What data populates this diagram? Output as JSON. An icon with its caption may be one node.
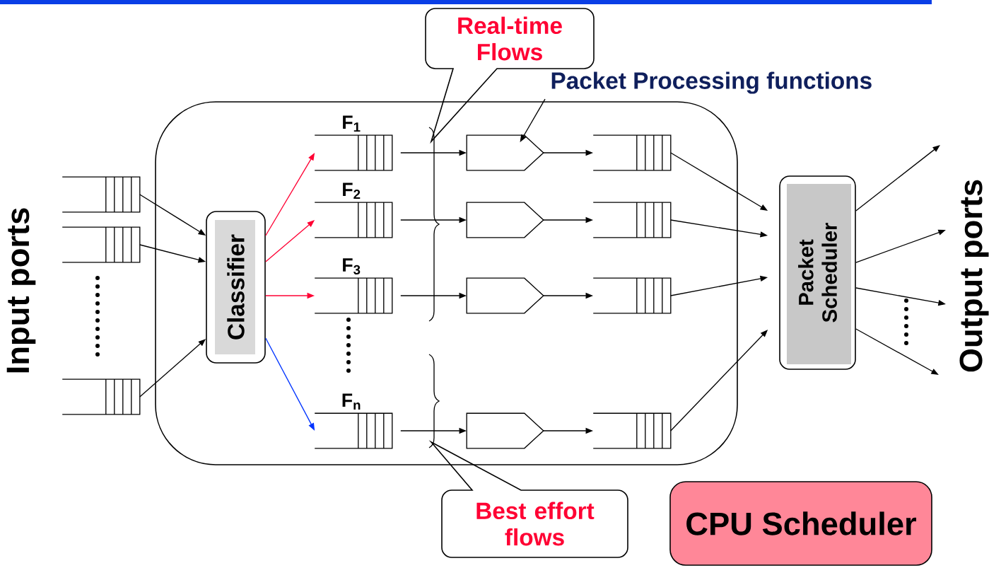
{
  "diagram": {
    "nodes": [
      {
        "text": [],
        "shape": "box"
      },
      {
        "text": [],
        "shape": "queue"
      },
      {
        "text": [],
        "shape": "queue"
      },
      {
        "text": [],
        "shape": "queue"
      },
      {
        "text": [
          "Classifier"
        ],
        "in": 0
      },
      {
        "text": [
          "F$_{1}$"
        ],
        "in": 0
      },
      {
        "text": [
          "F$_{2}$"
        ],
        "in": 0
      },
      {
        "text": [
          "F$_{3}$"
        ],
        "in": 0
      },
      {
        "text": [
          "F$_{n}$"
        ],
        "in": 0
      },
      {
        "text": [],
        "shape": "pentagon",
        "in": 0
      },
      {
        "text": [],
        "shape": "pentagon",
        "in": 0
      },
      {
        "text": [],
        "shape": "pentagon",
        "in": 0
      },
      {
        "text": [],
        "shape": "pentagon",
        "in": 0
      },
      {
        "text": [],
        "shape": "queue",
        "in": 0
      },
      {
        "text": [],
        "shape": "queue",
        "in": 0
      },
      {
        "text": [],
        "shape": "queue",
        "in": 0
      },
      {
        "text": [],
        "shape": "queue",
        "in": 0
      },
      {
        "text": [
          "Packet Scheduler"
        ]
      },
      {
        "text": [
          "Real-time Flows"
        ]
      },
      {
        "text": [
          "Packet Processing functions"
        ]
      },
      {
        "text": [
          "Best effort flows"
        ]
      },
      {
        "text": [
          "CPU Scheduler"
        ]
      }
    ],
    "edges": [
      {
        "from": 1,
        "to": 4,
        "arrow": "to"
      },
      {
        "from": 2,
        "to": 4,
        "arrow": "to"
      },
      {
        "from": 3,
        "to": 4,
        "arrow": "to"
      },
      {
        "from": 4,
        "to": 5,
        "arrow": "to",
        "color": "#ff0033"
      },
      {
        "from": 4,
        "to": 6,
        "arrow": "to",
        "color": "#ff0033"
      },
      {
        "from": 4,
        "to": 7,
        "arrow": "to",
        "color": "#ff0033"
      },
      {
        "from": 4,
        "to": 8,
        "arrow": "to",
        "color": "#0033ff"
      },
      {
        "from": 5,
        "to": 9,
        "arrow": "to"
      },
      {
        "from": 6,
        "to": 10,
        "arrow": "to"
      },
      {
        "from": 7,
        "to": 11,
        "arrow": "to"
      },
      {
        "from": 8,
        "to": 12,
        "arrow": "to"
      },
      {
        "from": 9,
        "to": 13,
        "arrow": "to"
      },
      {
        "from": 10,
        "to": 14,
        "arrow": "to"
      },
      {
        "from": 11,
        "to": 15,
        "arrow": "to"
      },
      {
        "from": 12,
        "to": 16,
        "arrow": "to"
      },
      {
        "from": 13,
        "to": 17,
        "arrow": "to"
      },
      {
        "from": 14,
        "to": 17,
        "arrow": "to"
      },
      {
        "from": 15,
        "to": 17,
        "arrow": "to"
      },
      {
        "from": 16,
        "to": 17,
        "arrow": "to"
      },
      {
        "from": 17,
        "to": null,
        "arrow": "to"
      },
      {
        "from": 17,
        "to": null,
        "arrow": "to"
      },
      {
        "from": 17,
        "to": null,
        "arrow": "to"
      },
      {
        "from": 17,
        "to": null,
        "arrow": "to"
      },
      {
        "from": 19,
        "to": 9,
        "arrow": "to"
      }
    ],
    "labels": [
      "Input ports",
      "Output ports"
    ]
  }
}
